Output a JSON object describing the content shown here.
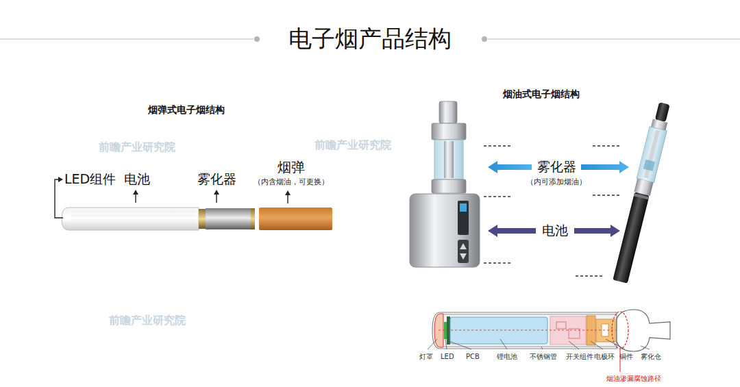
{
  "diagram": {
    "title": "电子烟产品结构",
    "labels": [
      "烟弹式电子烟结构",
      "LED组件",
      "电池",
      "雾化器",
      "烟弹",
      "（内含烟油，可更换）",
      "烟油式电子烟结构",
      "雾化器",
      "（内可添加烟油）",
      "电池",
      "灯罩",
      "LED",
      "PCB",
      "锂电池",
      "不锈钢管",
      "开关组件",
      "电极环",
      "铜件",
      "雾化仓",
      "烟油渗漏腐蚀路径",
      "前瞻产业研究院",
      "前瞻产业研究院",
      "前瞻产业研究院"
    ]
  }
}
